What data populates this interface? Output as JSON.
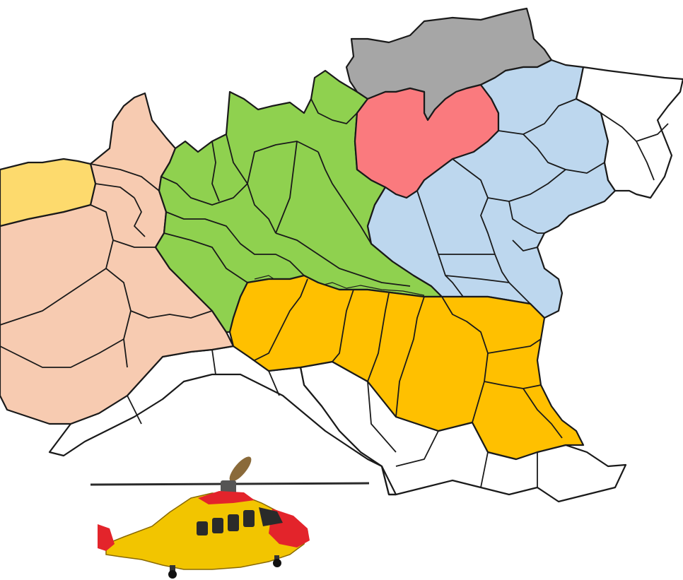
{
  "map": {
    "colors": {
      "valle_aosta": "#FDDA6D",
      "piemonte": "#F7CBB1",
      "lombardia": "#8FD14F",
      "trentino": "#FA7A7E",
      "alto_adige": "#A6A6A6",
      "veneto": "#BDD7EE",
      "emilia_romagna": "#FFC000",
      "friuli": "#FFFFFF",
      "liguria": "#FFFFFF",
      "toscana": "#FFFFFF",
      "border": "#1a1a1a"
    },
    "regions": [
      {
        "key": "valle_aosta",
        "icon": "valle-aosta-region"
      },
      {
        "key": "piemonte",
        "icon": "piemonte-region"
      },
      {
        "key": "lombardia",
        "icon": "lombardia-region"
      },
      {
        "key": "alto_adige",
        "icon": "alto-adige-region"
      },
      {
        "key": "trentino",
        "icon": "trentino-region"
      },
      {
        "key": "veneto",
        "icon": "veneto-region"
      },
      {
        "key": "friuli",
        "icon": "friuli-region"
      },
      {
        "key": "emilia_romagna",
        "icon": "emilia-romagna-region"
      },
      {
        "key": "liguria",
        "icon": "liguria-region"
      },
      {
        "key": "toscana",
        "icon": "toscana-region"
      }
    ]
  },
  "helicopter": {
    "icon": "rescue-helicopter-icon",
    "body_color": "#F2C500",
    "accent_color": "#E3242B"
  }
}
